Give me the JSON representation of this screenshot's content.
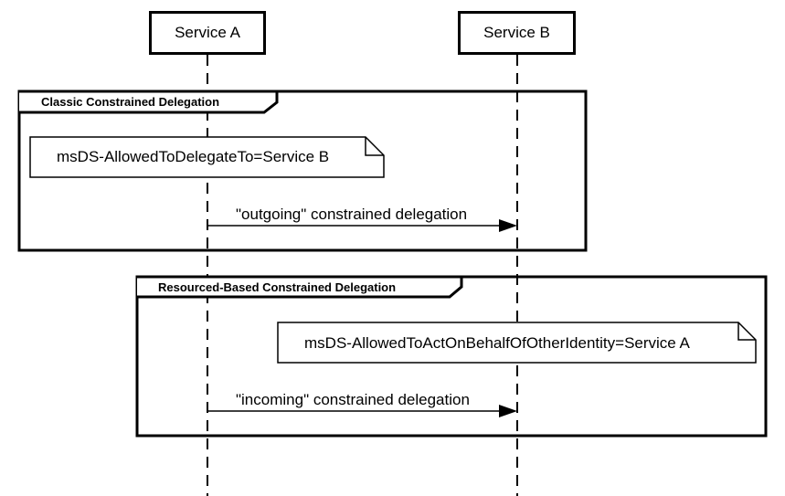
{
  "participants": [
    {
      "id": "a",
      "label": "Service A"
    },
    {
      "id": "b",
      "label": "Service B"
    }
  ],
  "frames": [
    {
      "title": "Classic Constrained Delegation",
      "note": "msDS-AllowedToDelegateTo=Service B",
      "message": "\"outgoing\" constrained delegation"
    },
    {
      "title": "Resourced-Based Constrained Delegation",
      "note": "msDS-AllowedToActOnBehalfOfOtherIdentity=Service A",
      "message": "\"incoming\" constrained delegation"
    }
  ],
  "colors": {
    "stroke": "#000000",
    "background": "#ffffff"
  }
}
